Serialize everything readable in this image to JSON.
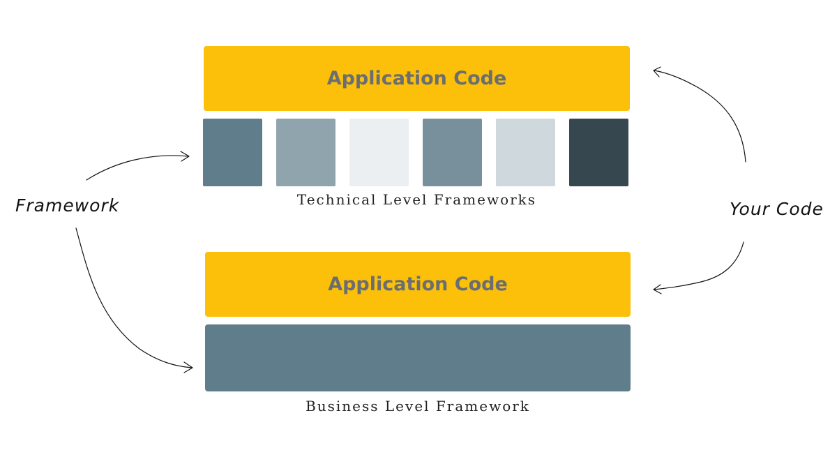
{
  "diagram": {
    "top_stack": {
      "application_label": "Application Code",
      "caption": "Technical Level Frameworks",
      "framework_blocks": [
        {
          "color": "#607d8b"
        },
        {
          "color": "#90a4ae"
        },
        {
          "color": "#eceff1"
        },
        {
          "color": "#78909c"
        },
        {
          "color": "#cfd8dc"
        },
        {
          "color": "#37474f"
        }
      ]
    },
    "bottom_stack": {
      "application_label": "Application Code",
      "caption": "Business Level Framework",
      "framework_color": "#607d8b"
    },
    "side_labels": {
      "left": "Framework",
      "right": "Your Code"
    }
  },
  "colors": {
    "application": "#fcbf0a",
    "application_text": "#6b6e70"
  }
}
